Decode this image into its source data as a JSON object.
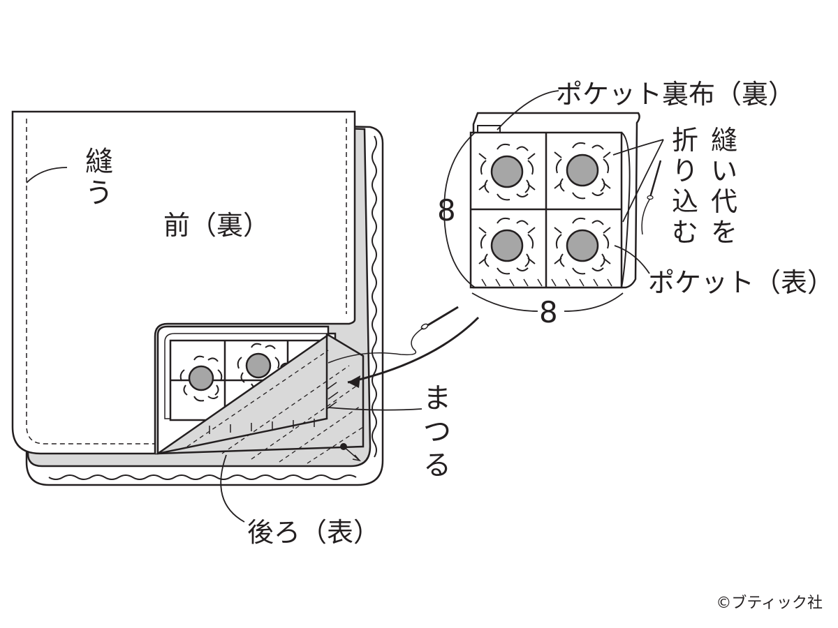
{
  "labels": {
    "sew": "縫う",
    "front_wrong_side": "前（裏）",
    "pocket_lining_wrong_side": "ポケット裏布（裏）",
    "fold_in_seam_allowance_col1": "縫い代を",
    "fold_in_seam_allowance_col2": "折り込む",
    "dimension_height": "8",
    "dimension_width": "8",
    "pocket_right_side": "ポケット（表）",
    "blind_stitch": "まつる",
    "back_right_side": "後ろ（表）"
  },
  "copyright": "©ブティック社",
  "colors": {
    "line": "#231f20",
    "shade": "#d9d9d9",
    "circle_fill": "#a6a6a6",
    "background": "#ffffff"
  },
  "icons": [
    "sewing-needle-icon",
    "arrow-icon"
  ]
}
